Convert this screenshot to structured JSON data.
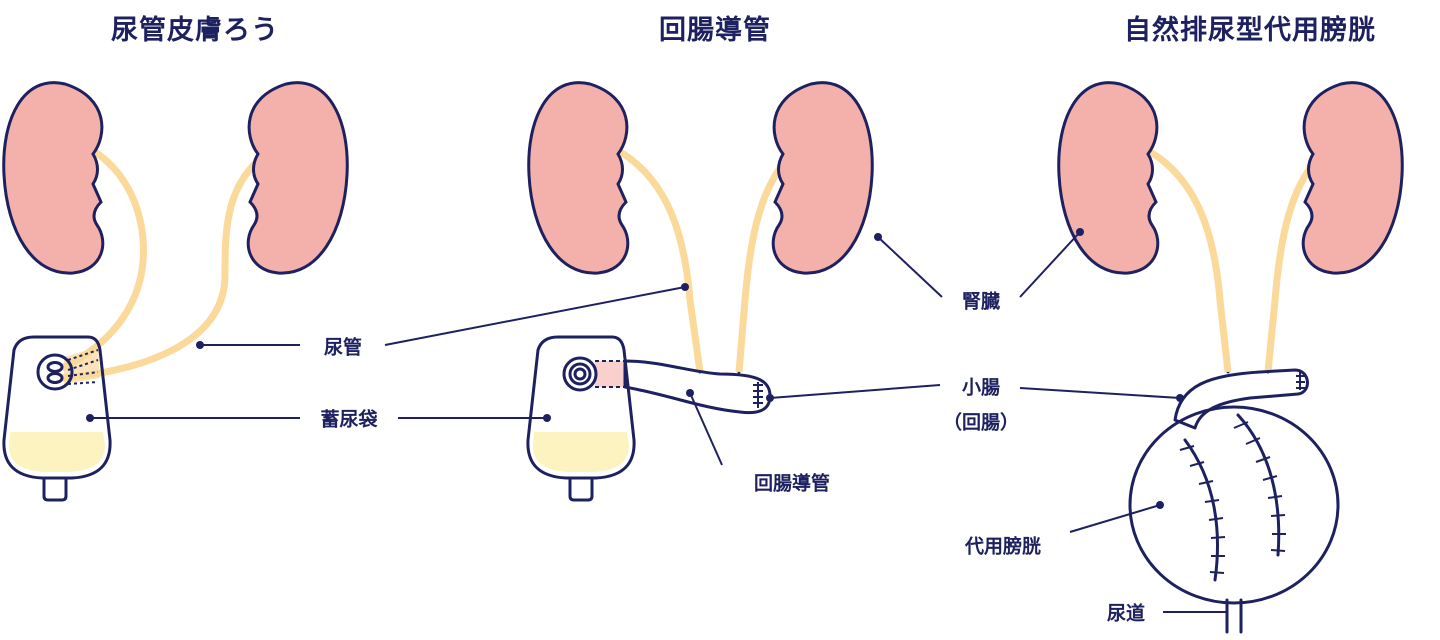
{
  "titles": [
    "尿管皮膚ろう",
    "回腸導管",
    "自然排尿型代用膀胱"
  ],
  "labels": {
    "ureter": "尿管",
    "urine_bag": "蓄尿袋",
    "kidney": "腎臓",
    "small_intestine": "小腸",
    "ileum": "（回腸）",
    "ileal_conduit": "回腸導管",
    "neobladder": "代用膀胱",
    "urethra": "尿道"
  },
  "colors": {
    "outline": "#1e2160",
    "kidney": "#f4b1ab",
    "ureter": "#fbd99a",
    "urine": "#fdf3c0",
    "intestine": "#f2aca6",
    "neobladder": "#f9dcdc"
  }
}
